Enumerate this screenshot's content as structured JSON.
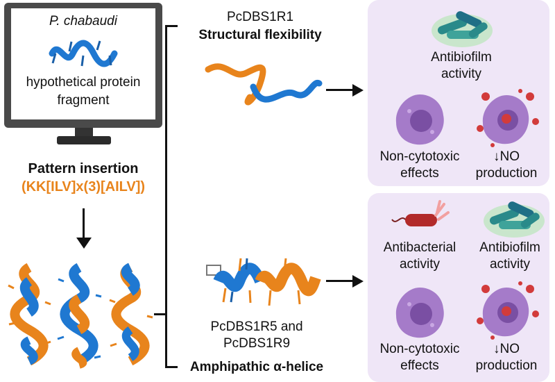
{
  "monitor": {
    "organism": "P. chabaudi",
    "line1": "hypothetical protein",
    "line2": "fragment"
  },
  "pattern": {
    "title": "Pattern insertion",
    "motif": "(KK[ILV]x(3)[AILV])",
    "motif_color": "#e8841c"
  },
  "top": {
    "name": "PcDBS1R1",
    "property": "Structural flexibility",
    "effects": {
      "antibiofilm_l1": "Antibiofilm",
      "antibiofilm_l2": "activity",
      "noncyto_l1": "Non-cytotoxic",
      "noncyto_l2": "effects",
      "no_l1": "↓NO",
      "no_l2": "production"
    }
  },
  "bottom": {
    "name_l1": "PcDBS1R5 and",
    "name_l2": "PcDBS1R9",
    "property": "Amphipathic α-helice",
    "effects": {
      "antibacterial_l1": "Antibacterial",
      "antibacterial_l2": "activity",
      "antibiofilm_l1": "Antibiofilm",
      "antibiofilm_l2": "activity",
      "noncyto_l1": "Non-cytotoxic",
      "noncyto_l2": "effects",
      "no_l1": "↓NO",
      "no_l2": "production"
    }
  },
  "colors": {
    "orange": "#e8841c",
    "blue": "#1f78d1",
    "panel": "#efe6f7",
    "cell": "#a57bc9",
    "biofilm": "#2a8a8a"
  }
}
